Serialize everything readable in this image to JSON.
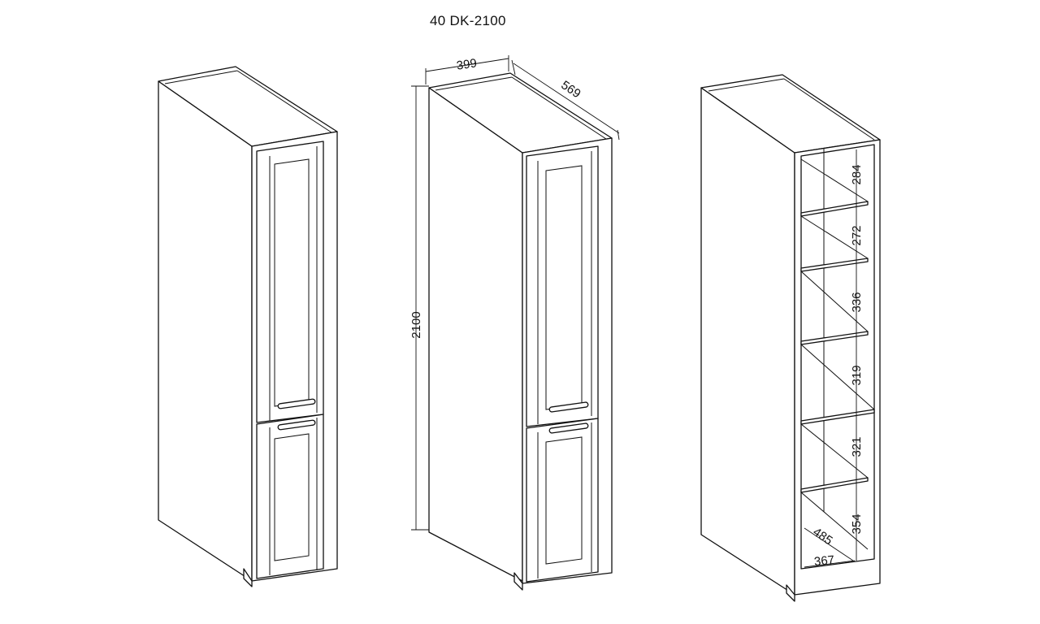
{
  "title": "40 DK-2100",
  "dimensions": {
    "width": "399",
    "depth": "569",
    "height": "2100",
    "inner_depth": "485",
    "inner_width": "367"
  },
  "shelf_gaps": [
    "284",
    "272",
    "336",
    "319",
    "321",
    "354"
  ]
}
